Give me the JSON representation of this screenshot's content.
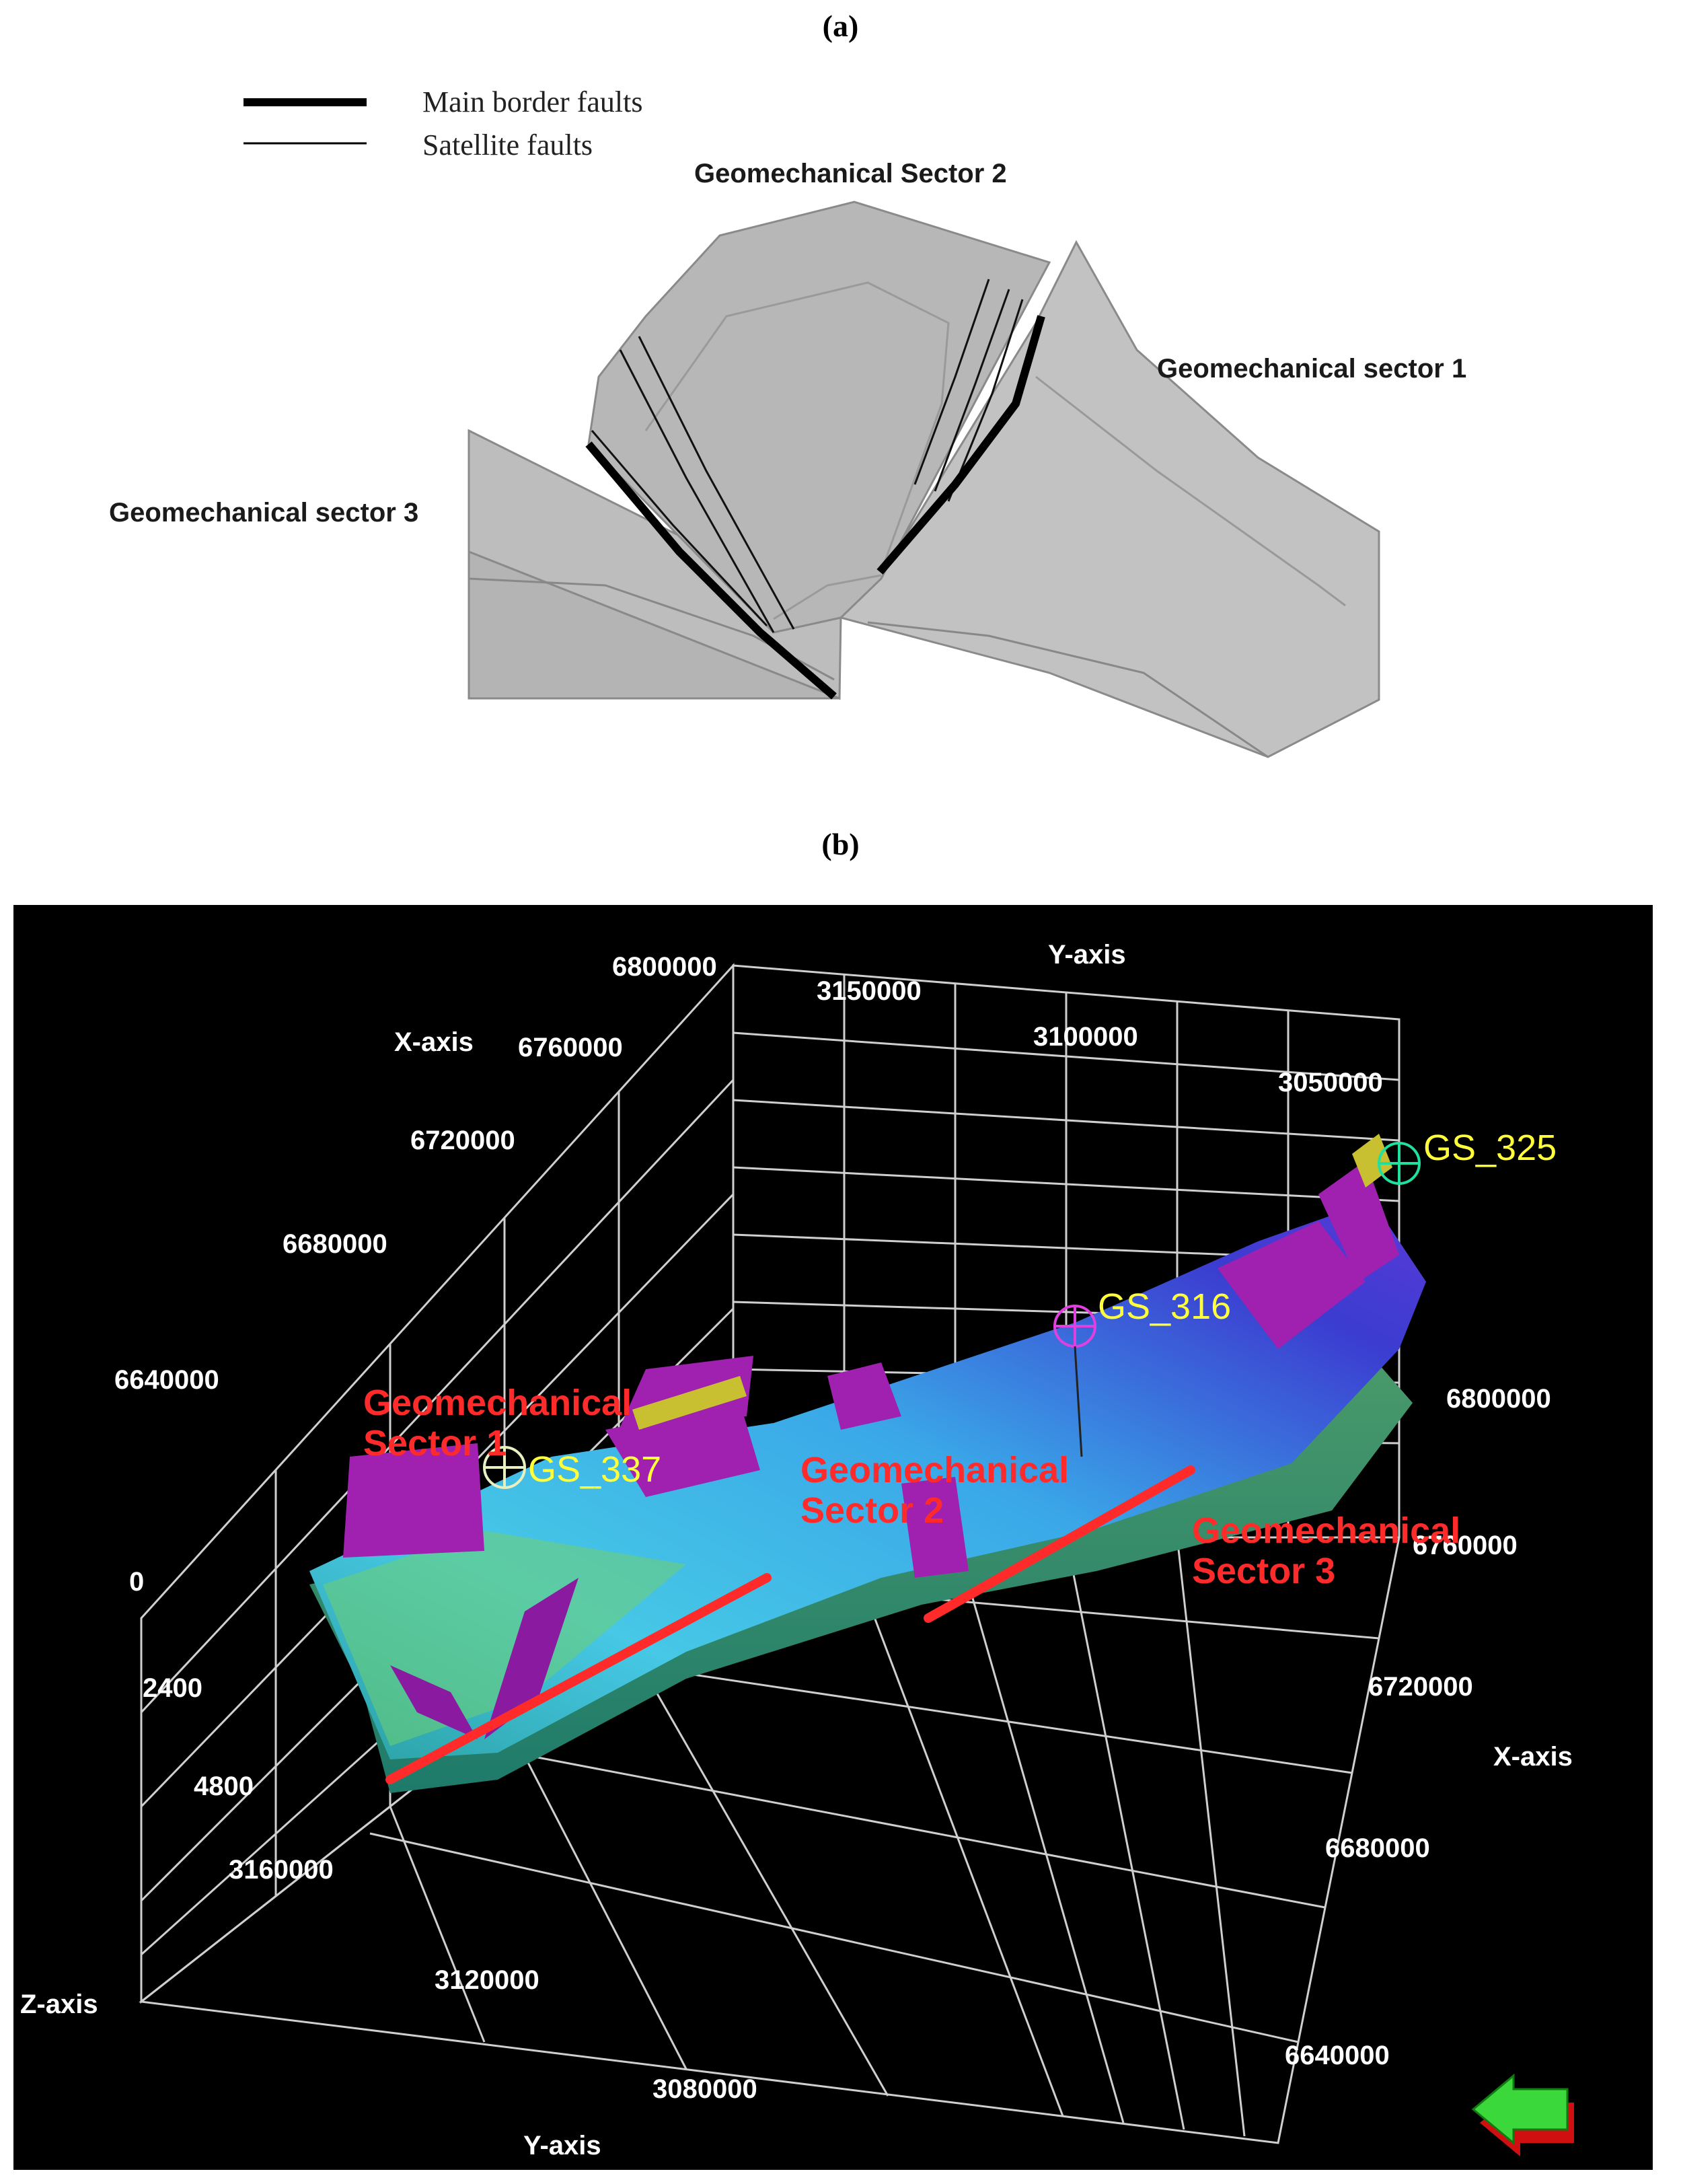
{
  "panel_a": {
    "label": "(a)",
    "legend": {
      "main_faults": "Main border faults",
      "satellite_faults": "Satellite faults"
    },
    "sectors": {
      "sector2": "Geomechanical Sector 2",
      "sector1": "Geomechanical sector 1",
      "sector3": "Geomechanical sector 3"
    }
  },
  "panel_b": {
    "label": "(b)",
    "axis_titles": {
      "y_top": "Y-axis",
      "x_left": "X-axis",
      "z": "Z-axis",
      "x_right": "X-axis",
      "y_bottom": "Y-axis"
    },
    "x_left_ticks": [
      "6800000",
      "6760000",
      "6720000",
      "6680000",
      "6640000"
    ],
    "y_top_ticks": [
      "3150000",
      "3100000",
      "3050000"
    ],
    "z_ticks": [
      "0",
      "2400",
      "4800"
    ],
    "y_bottom_ticks": [
      "3160000",
      "3120000",
      "3080000"
    ],
    "x_right_ticks": [
      "6800000",
      "6760000",
      "6720000",
      "6680000",
      "6640000"
    ],
    "wells": {
      "gs337": "GS_337",
      "gs316": "GS_316",
      "gs325": "GS_325"
    },
    "sectors": {
      "s1_line1": "Geomechanical",
      "s1_line2": "Sector 1",
      "s2_line1": "Geomechanical",
      "s2_line2": "Sector 2",
      "s3_line1": "Geomechanical",
      "s3_line2": "Sector 3"
    },
    "colors": {
      "sector_text": "#ff2a2a",
      "well_text": "#ffff3a",
      "fault_planes": "#b020c0",
      "grid": "#d0d0d0"
    }
  }
}
